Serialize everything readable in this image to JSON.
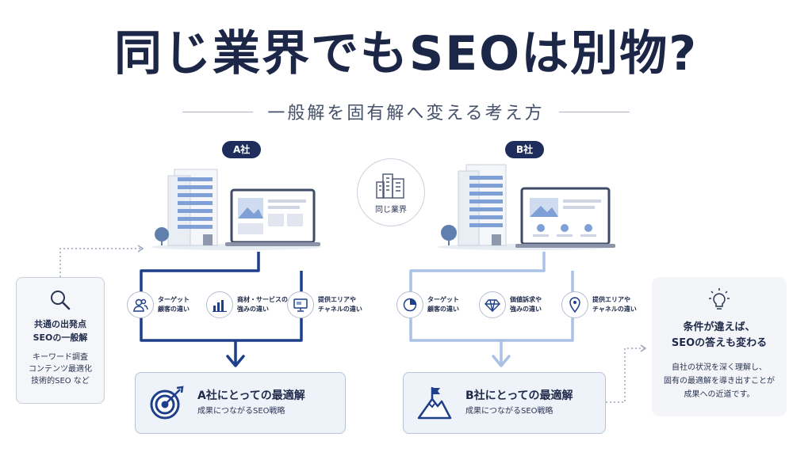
{
  "title": "同じ業界でもSEOは別物?",
  "subtitle": "一般解を固有解へ変える考え方",
  "center": {
    "label": "同じ業界"
  },
  "company_a": {
    "badge": "A社",
    "factors": [
      {
        "icon": "users-icon",
        "text": "ターゲット\n顧客の違い"
      },
      {
        "icon": "bar-chart-icon",
        "text": "商材・サービスの\n強みの違い"
      },
      {
        "icon": "monitor-icon",
        "text": "提供エリアや\nチャネルの違い"
      }
    ],
    "result_title": "A社にとっての最適解",
    "result_sub": "成果につながるSEO戦略",
    "result_icon": "target-icon"
  },
  "company_b": {
    "badge": "B社",
    "factors": [
      {
        "icon": "pie-chart-icon",
        "text": "ターゲット\n顧客の違い"
      },
      {
        "icon": "diamond-icon",
        "text": "価値訴求や\n強みの違い"
      },
      {
        "icon": "location-pin-icon",
        "text": "提供エリアや\nチャネルの違い"
      }
    ],
    "result_title": "B社にとっての最適解",
    "result_sub": "成果につながるSEO戦略",
    "result_icon": "mountain-flag-icon"
  },
  "left_card": {
    "heading1": "共通の出発点",
    "heading2": "SEOの一般解",
    "line1": "キーワード調査",
    "line2": "コンテンツ最適化",
    "line3": "技術的SEO など"
  },
  "right_card": {
    "heading1": "条件が違えば、",
    "heading2": "SEOの答えも変わる",
    "line1": "自社の状況を深く理解し、",
    "line2": "固有の最適解を導き出すことが",
    "line3": "成果への近道です。"
  },
  "colors": {
    "navy": "#1f2d5c",
    "a_flow": "#1f3f8a",
    "b_flow": "#a9c1e4",
    "card_bg": "#eef2f9"
  }
}
